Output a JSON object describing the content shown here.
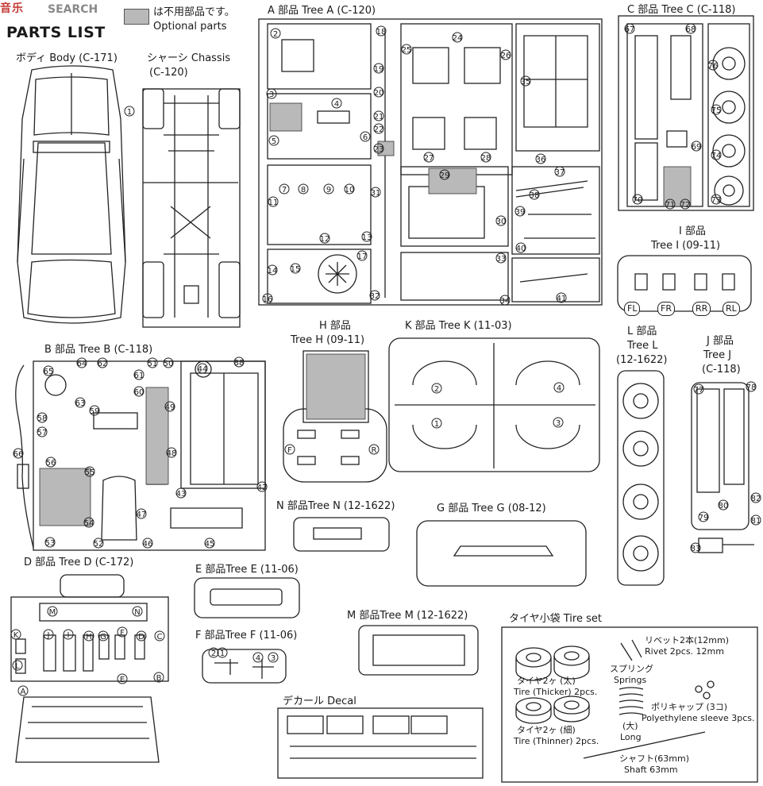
{
  "watermark": {
    "brand": "音乐",
    "site": "SEARCH"
  },
  "header": {
    "title": "PARTS LIST",
    "legend_jp": "は不用部品です。",
    "legend_en": "Optional parts"
  },
  "body": {
    "label": "ボディ Body (C-171)"
  },
  "chassis": {
    "label_jp": "シャーシ Chassis",
    "label_code": "(C-120)"
  },
  "tree_a": {
    "label": "A 部品 Tree A (C-120)"
  },
  "tree_c": {
    "label": "C 部品 Tree C (C-118)"
  },
  "tree_i": {
    "label_jp": "I 部品",
    "label": "Tree I (09-11)",
    "tags": [
      "FL",
      "FR",
      "RR",
      "RL"
    ]
  },
  "tree_b": {
    "label": "B 部品 Tree B (C-118)"
  },
  "tree_h": {
    "label_jp": "H 部品",
    "label": "Tree H (09-11)"
  },
  "tree_k": {
    "label": "K 部品 Tree K (11-03)"
  },
  "tree_l": {
    "label_jp": "L 部品",
    "label": "Tree L",
    "code": "(12-1622)"
  },
  "tree_j": {
    "label_jp": "J 部品",
    "label": "Tree J",
    "code": "(C-118)"
  },
  "tree_n": {
    "label": "N 部品Tree N (12-1622)"
  },
  "tree_g": {
    "label": "G 部品 Tree G (08-12)"
  },
  "tree_d": {
    "label": "D 部品 Tree D (C-172)"
  },
  "tree_e": {
    "label": "E 部品Tree E (11-06)"
  },
  "tree_f": {
    "label": "F 部品Tree F (11-06)"
  },
  "tree_m": {
    "label": "M 部品Tree M (12-1622)"
  },
  "decal": {
    "label": "デカール Decal"
  },
  "tire_set": {
    "label": "タイヤ小袋 Tire set",
    "rivet_jp": "リベット2本(12mm)",
    "rivet_en": "Rivet 2pcs. 12mm",
    "spring_jp": "スプリング",
    "spring_en": "Springs",
    "long_jp": "(大)",
    "long_en": "Long",
    "tire_thick_jp": "タイヤ2ヶ (太)",
    "tire_thick_en": "Tire (Thicker) 2pcs.",
    "tire_thin_jp": "タイヤ2ヶ (細)",
    "tire_thin_en": "Tire (Thinner) 2pcs.",
    "poly_jp": "ポリキャップ (3コ)",
    "poly_en": "Polyethylene sleeve 3pcs.",
    "shaft_jp": "シャフト(63mm)",
    "shaft_en": "Shaft 63mm"
  }
}
